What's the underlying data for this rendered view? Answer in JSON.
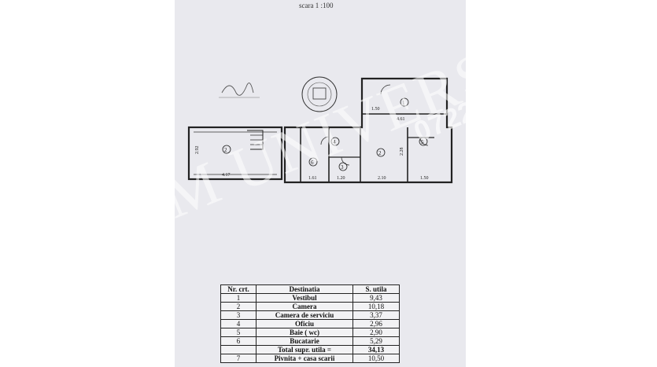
{
  "header": {
    "scale": "scara 1 :100"
  },
  "plan": {
    "rooms": [
      "1",
      "2",
      "3",
      "4",
      "5",
      "6",
      "2"
    ],
    "dimensions": [
      "4.17",
      "2.92",
      "1.61",
      "1.20",
      "2.10",
      "1.50",
      "2.28",
      "4.61",
      "1.50"
    ]
  },
  "watermark": {
    "name": "L&M UNIVERSAL",
    "subtitle": "agentie de imobiliara",
    "phone": "0722.314.320"
  },
  "table": {
    "headers": [
      "Nr. crt.",
      "Destinatia",
      "S. utila"
    ],
    "rows": [
      {
        "nr": "1",
        "dest": "Vestibul",
        "area": "9,43"
      },
      {
        "nr": "2",
        "dest": "Camera",
        "area": "10,18"
      },
      {
        "nr": "3",
        "dest": "Camera de serviciu",
        "area": "3,37"
      },
      {
        "nr": "4",
        "dest": "Oficiu",
        "area": "2,96"
      },
      {
        "nr": "5",
        "dest": "Baie ( wc)",
        "area": "2,90"
      },
      {
        "nr": "6",
        "dest": "Bucatarie",
        "area": "5,29"
      }
    ],
    "total": {
      "nr": "",
      "dest": "Total supr. utila =",
      "area": "34,13"
    },
    "extra": {
      "nr": "7",
      "dest": "Pivnita + casa scarii",
      "area": "10,50"
    }
  }
}
